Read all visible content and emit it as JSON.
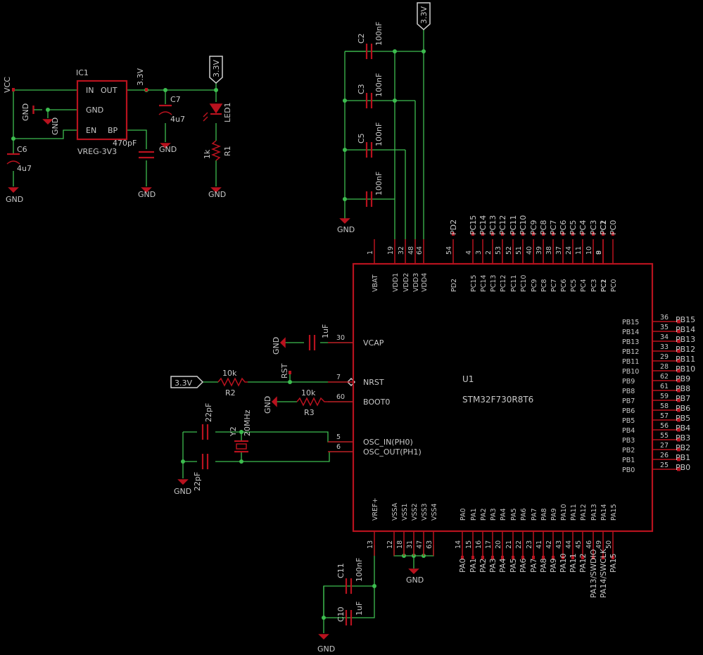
{
  "power": {
    "vcc": "VCC",
    "v33": "3.3V",
    "gnd": "GND"
  },
  "regulator": {
    "ref": "IC1",
    "value": "VREG-3V3",
    "pins": {
      "in": "IN",
      "out": "OUT",
      "gnd": "GND",
      "en": "EN",
      "bp": "BP"
    },
    "bp_cap": "470pF",
    "out_net": "3.3V"
  },
  "caps": {
    "c6": {
      "ref": "C6",
      "value": "4u7"
    },
    "c7": {
      "ref": "C7",
      "value": "4u7"
    },
    "c2": {
      "ref": "C2",
      "value": "100nF"
    },
    "c3": {
      "ref": "C3",
      "value": "100nF"
    },
    "c5": {
      "ref": "C5",
      "value": "100nF"
    },
    "c4": {
      "ref": "",
      "value": "100nF"
    },
    "c11": {
      "ref": "C11",
      "value": "100nF"
    },
    "c10": {
      "ref": "C10",
      "value": "1uF"
    },
    "vcap": {
      "ref": "",
      "value": "1uF"
    },
    "xa": {
      "ref": "",
      "value": "22pF"
    },
    "xb": {
      "ref": "",
      "value": "22pF"
    }
  },
  "led": {
    "ref": "LED1"
  },
  "resistors": {
    "r1": {
      "ref": "R1",
      "value": "1k"
    },
    "r2": {
      "ref": "R2",
      "value": "10k"
    },
    "r3": {
      "ref": "R3",
      "value": "10k"
    }
  },
  "crystal": {
    "ref": "Y2",
    "value": "20MHz"
  },
  "rst_net": "RST",
  "mcu": {
    "ref": "U1",
    "value": "STM32F730R8T6",
    "top_pins": [
      {
        "name": "VBAT",
        "num": "1"
      },
      {
        "name": "VDD1",
        "num": "19"
      },
      {
        "name": "VDD2",
        "num": "32"
      },
      {
        "name": "VDD3",
        "num": "48"
      },
      {
        "name": "VDD4",
        "num": "64"
      },
      {
        "name": "PD2",
        "num": "54",
        "net": "PD2"
      },
      {
        "name": "PC15",
        "num": "4",
        "net": "PC15"
      },
      {
        "name": "PC14",
        "num": "3",
        "net": "PC14"
      },
      {
        "name": "PC13",
        "num": "2",
        "net": "PC13"
      },
      {
        "name": "PC12",
        "num": "53",
        "net": "PC12"
      },
      {
        "name": "PC11",
        "num": "52",
        "net": "PC11"
      },
      {
        "name": "PC10",
        "num": "51",
        "net": "PC10"
      },
      {
        "name": "PC9",
        "num": "40",
        "net": "PC9"
      },
      {
        "name": "PC8",
        "num": "39",
        "net": "PC8"
      },
      {
        "name": "PC7",
        "num": "38",
        "net": "PC7"
      },
      {
        "name": "PC6",
        "num": "37",
        "net": "PC6"
      },
      {
        "name": "PC5",
        "num": "24",
        "net": "PC5"
      },
      {
        "name": "PC4",
        "num": "11",
        "net": "PC4"
      },
      {
        "name": "PC3",
        "num": "10",
        "net": "PC3"
      },
      {
        "name": "PC2",
        "num": "9",
        "net": "PC2"
      },
      {
        "name": "PC1",
        "num": "8",
        "net": "PC1"
      },
      {
        "name": "PC0",
        "num": "",
        "net": "PC0"
      }
    ],
    "left_pins": [
      {
        "name": "VCAP",
        "num": "30"
      },
      {
        "name": "NRST",
        "num": "7"
      },
      {
        "name": "BOOT0",
        "num": "60"
      },
      {
        "name": "OSC_IN(PH0)",
        "num": "5"
      },
      {
        "name": "OSC_OUT(PH1)",
        "num": "6"
      }
    ],
    "right_pins": [
      {
        "name": "PB15",
        "num": "36",
        "net": "PB15"
      },
      {
        "name": "PB14",
        "num": "35",
        "net": "PB14"
      },
      {
        "name": "PB13",
        "num": "34",
        "net": "PB13"
      },
      {
        "name": "PB12",
        "num": "33",
        "net": "PB12"
      },
      {
        "name": "PB11",
        "num": "29",
        "net": "PB11"
      },
      {
        "name": "PB10",
        "num": "28",
        "net": "PB10"
      },
      {
        "name": "PB9",
        "num": "62",
        "net": "PB9"
      },
      {
        "name": "PB8",
        "num": "61",
        "net": "PB8"
      },
      {
        "name": "PB7",
        "num": "59",
        "net": "PB7"
      },
      {
        "name": "PB6",
        "num": "58",
        "net": "PB6"
      },
      {
        "name": "PB5",
        "num": "57",
        "net": "PB5"
      },
      {
        "name": "PB4",
        "num": "56",
        "net": "PB4"
      },
      {
        "name": "PB3",
        "num": "55",
        "net": "PB3"
      },
      {
        "name": "PB2",
        "num": "27",
        "net": "PB2"
      },
      {
        "name": "PB1",
        "num": "26",
        "net": "PB1"
      },
      {
        "name": "PB0",
        "num": "25",
        "net": "PB0"
      }
    ],
    "bottom_pins": [
      {
        "name": "VREF+",
        "num": "13"
      },
      {
        "name": "VSSA",
        "num": "12"
      },
      {
        "name": "VSS1",
        "num": "18"
      },
      {
        "name": "VSS2",
        "num": "31"
      },
      {
        "name": "VSS3",
        "num": "47"
      },
      {
        "name": "VSS4",
        "num": "63"
      },
      {
        "name": "PA0",
        "num": "14",
        "net": "PA0"
      },
      {
        "name": "PA1",
        "num": "15",
        "net": "PA1"
      },
      {
        "name": "PA2",
        "num": "16",
        "net": "PA2"
      },
      {
        "name": "PA3",
        "num": "17",
        "net": "PA3"
      },
      {
        "name": "PA4",
        "num": "20",
        "net": "PA4"
      },
      {
        "name": "PA5",
        "num": "21",
        "net": "PA5"
      },
      {
        "name": "PA6",
        "num": "22",
        "net": "PA6"
      },
      {
        "name": "PA7",
        "num": "23",
        "net": "PA7"
      },
      {
        "name": "PA8",
        "num": "41",
        "net": "PA8"
      },
      {
        "name": "PA9",
        "num": "42",
        "net": "PA9"
      },
      {
        "name": "PA10",
        "num": "43",
        "net": "PA10"
      },
      {
        "name": "PA11",
        "num": "44",
        "net": "PA11"
      },
      {
        "name": "PA12",
        "num": "45",
        "net": "PA12"
      },
      {
        "name": "PA13",
        "num": "46",
        "net": "PA13/SWDIO"
      },
      {
        "name": "PA14",
        "num": "49",
        "net": "PA14/SWCLK"
      },
      {
        "name": "PA15",
        "num": "50",
        "net": "PA15"
      }
    ]
  }
}
